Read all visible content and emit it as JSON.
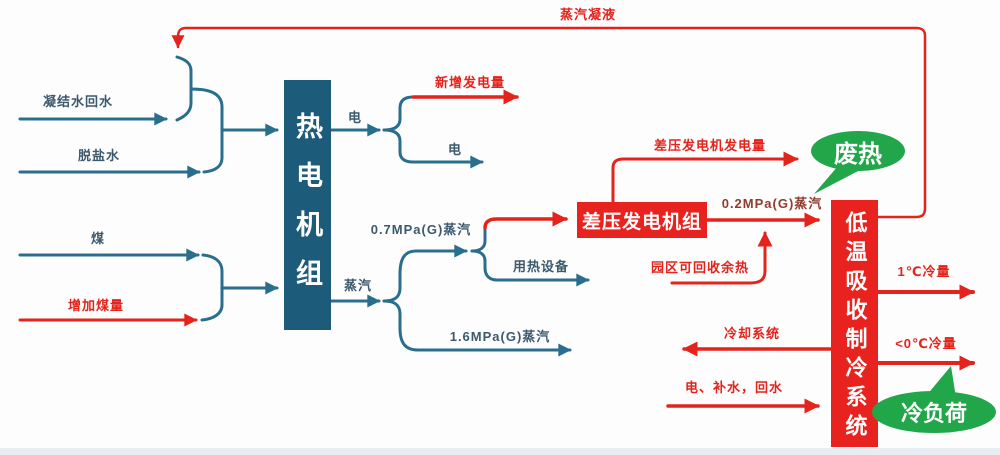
{
  "diagram": {
    "title_hint": "energy cascade flow diagram",
    "colors": {
      "teal_line": "#2a6e8e",
      "teal_box": "#1d5b7b",
      "red": "#e3231c",
      "green": "#22a64a",
      "dark_label": "#3c5a6e",
      "dark_red_label": "#8f3c2c"
    },
    "nodes": {
      "thermal_unit": {
        "label": "热电机组"
      },
      "dp_generator": {
        "label": "差压发电机组"
      },
      "absorption_chiller": {
        "label": "低温吸收制冷系统"
      }
    },
    "bubbles": {
      "waste_heat": {
        "label": "废热"
      },
      "cooling_load": {
        "label": "冷负荷"
      }
    },
    "labels": {
      "condensate_loop": "蒸汽凝液",
      "condensate_return": "凝结水回水",
      "demineralized_water": "脱盐水",
      "coal": "煤",
      "added_coal": "增加煤量",
      "electricity_out": "电",
      "new_generation": "新增发电量",
      "electricity": "电",
      "steam": "蒸汽",
      "steam_07": "0.7MPa(G)蒸汽",
      "steam_16": "1.6MPa(G)蒸汽",
      "heat_equipment": "用热设备",
      "dp_generation": "差压发电机发电量",
      "steam_02": "0.2MPa(G)蒸汽",
      "park_waste_heat": "园区可回收余热",
      "cooling_system": "冷却系统",
      "power_makeup_return": "电、补水，回水",
      "cold_1c": "1℃冷量",
      "cold_sub0": "<0℃冷量"
    }
  }
}
